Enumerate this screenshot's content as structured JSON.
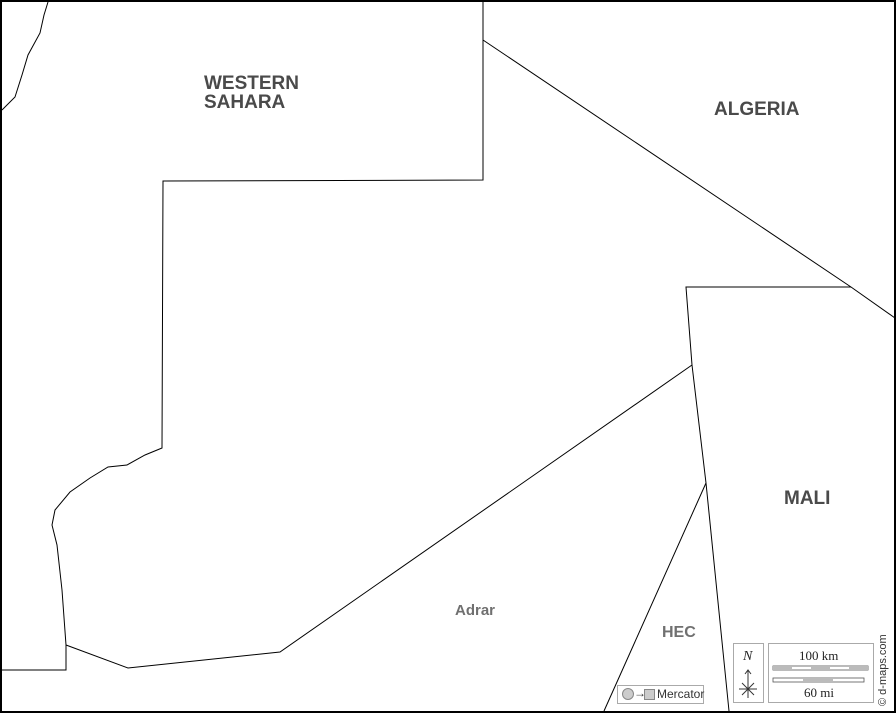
{
  "labels": {
    "western_sahara": [
      "WESTERN",
      "SAHARA"
    ],
    "algeria": "ALGERIA",
    "mali": "MALI",
    "adrar": "Adrar",
    "hec": "HEC"
  },
  "legend": {
    "north": "N",
    "scale_km": "100 km",
    "scale_mi": "60 mi",
    "projection": "Mercator",
    "credit": "© d-maps.com"
  }
}
